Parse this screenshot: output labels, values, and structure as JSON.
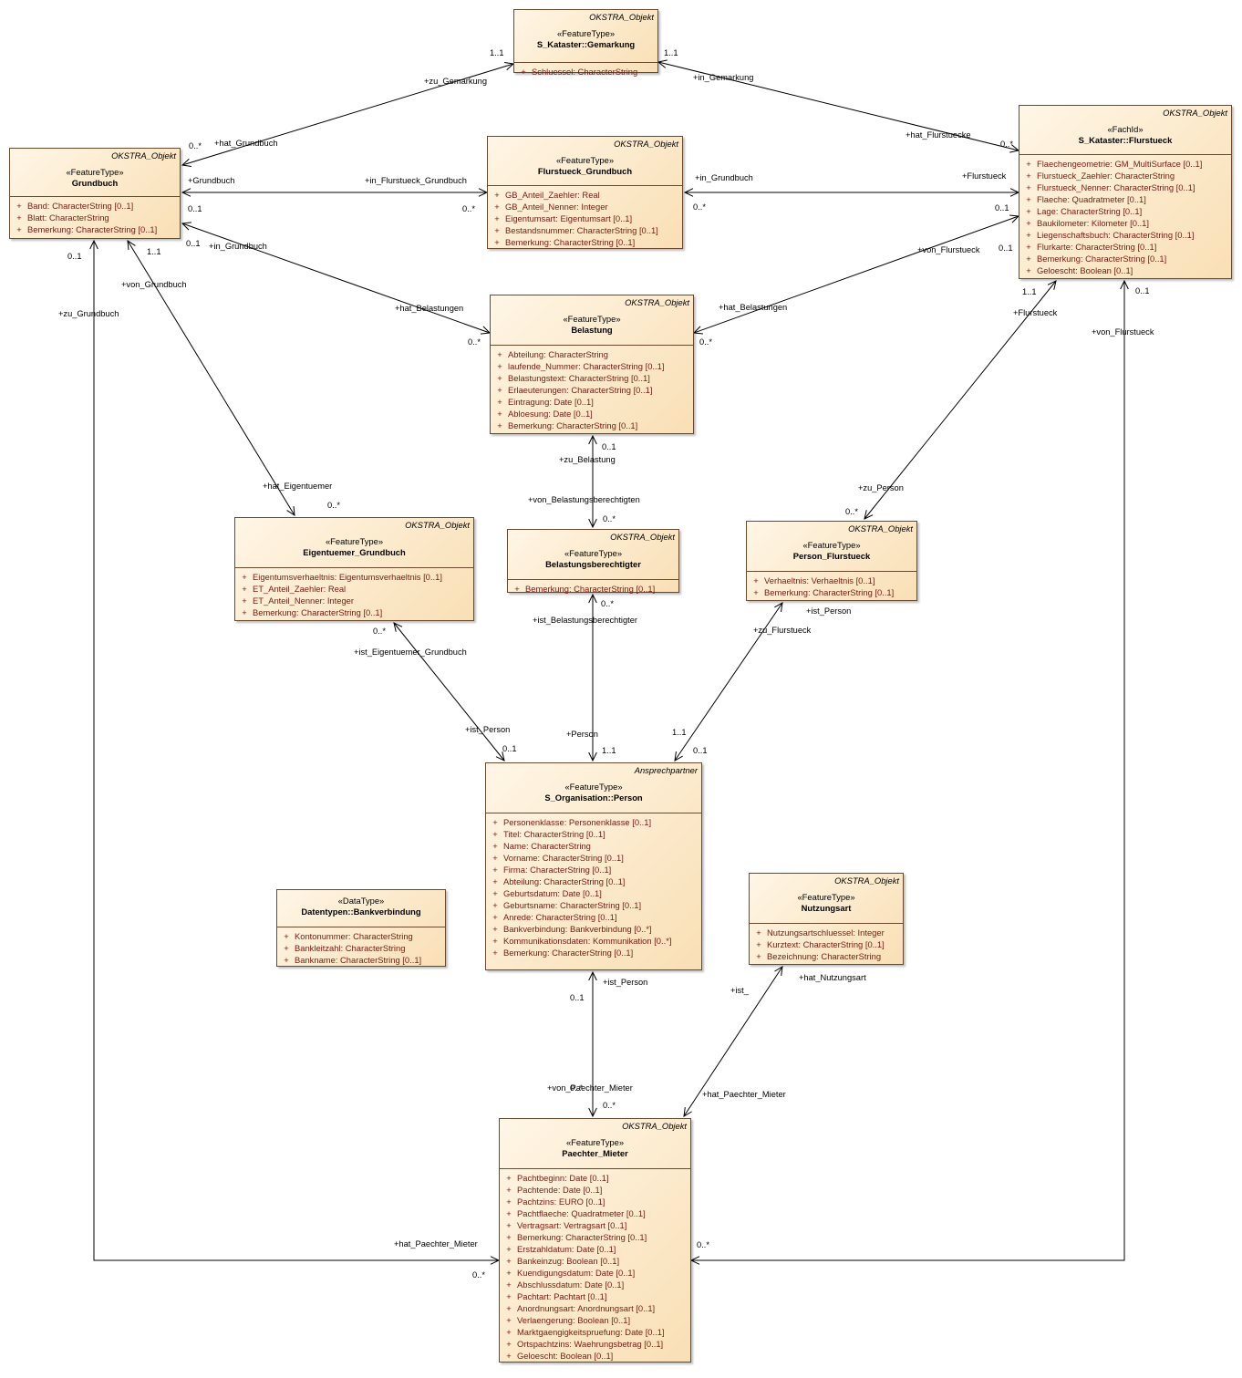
{
  "classes": {
    "gemarkung": {
      "parent": "OKSTRA_Objekt",
      "stereotype": "«FeatureType»",
      "name": "S_Kataster::Gemarkung",
      "attributes": [
        {
          "vis": "+",
          "text": "Schluessel: CharacterString"
        }
      ]
    },
    "grundbuch": {
      "parent": "OKSTRA_Objekt",
      "stereotype": "«FeatureType»",
      "name": "Grundbuch",
      "attributes": [
        {
          "vis": "+",
          "text": "Band: CharacterString [0..1]"
        },
        {
          "vis": "+",
          "text": "Blatt: CharacterString"
        },
        {
          "vis": "+",
          "text": "Bemerkung: CharacterString [0..1]"
        }
      ]
    },
    "flurstueck_grundbuch": {
      "parent": "OKSTRA_Objekt",
      "stereotype": "«FeatureType»",
      "name": "Flurstueck_Grundbuch",
      "attributes": [
        {
          "vis": "+",
          "text": "GB_Anteil_Zaehler: Real"
        },
        {
          "vis": "+",
          "text": "GB_Anteil_Nenner: Integer"
        },
        {
          "vis": "+",
          "text": "Eigentumsart: Eigentumsart [0..1]"
        },
        {
          "vis": "+",
          "text": "Bestandsnummer: CharacterString [0..1]"
        },
        {
          "vis": "+",
          "text": "Bemerkung: CharacterString [0..1]"
        }
      ]
    },
    "flurstueck": {
      "parent": "OKSTRA_Objekt",
      "stereotype": "«FachId»",
      "name": "S_Kataster::Flurstueck",
      "attributes": [
        {
          "vis": "+",
          "text": "Flaechengeometrie: GM_MultiSurface [0..1]"
        },
        {
          "vis": "+",
          "text": "Flurstueck_Zaehler: CharacterString"
        },
        {
          "vis": "+",
          "text": "Flurstueck_Nenner: CharacterString [0..1]"
        },
        {
          "vis": "+",
          "text": "Flaeche: Quadratmeter [0..1]"
        },
        {
          "vis": "+",
          "text": "Lage: CharacterString [0..1]"
        },
        {
          "vis": "+",
          "text": "Baukilometer: Kilometer [0..1]"
        },
        {
          "vis": "+",
          "text": "Liegenschaftsbuch: CharacterString [0..1]"
        },
        {
          "vis": "+",
          "text": "Flurkarte: CharacterString [0..1]"
        },
        {
          "vis": "+",
          "text": "Bemerkung: CharacterString [0..1]"
        },
        {
          "vis": "+",
          "text": "Geloescht: Boolean [0..1]"
        }
      ]
    },
    "belastung": {
      "parent": "OKSTRA_Objekt",
      "stereotype": "«FeatureType»",
      "name": "Belastung",
      "attributes": [
        {
          "vis": "+",
          "text": "Abteilung: CharacterString"
        },
        {
          "vis": "+",
          "text": "laufende_Nummer: CharacterString [0..1]"
        },
        {
          "vis": "+",
          "text": "Belastungstext: CharacterString [0..1]"
        },
        {
          "vis": "+",
          "text": "Erlaeuterungen: CharacterString [0..1]"
        },
        {
          "vis": "+",
          "text": "Eintragung: Date [0..1]"
        },
        {
          "vis": "+",
          "text": "Abloesung: Date [0..1]"
        },
        {
          "vis": "+",
          "text": "Bemerkung: CharacterString [0..1]"
        }
      ]
    },
    "eigentuemer_grundbuch": {
      "parent": "OKSTRA_Objekt",
      "stereotype": "«FeatureType»",
      "name": "Eigentuemer_Grundbuch",
      "attributes": [
        {
          "vis": "+",
          "text": "Eigentumsverhaeltnis: Eigentumsverhaeltnis [0..1]"
        },
        {
          "vis": "+",
          "text": "ET_Anteil_Zaehler: Real"
        },
        {
          "vis": "+",
          "text": "ET_Anteil_Nenner: Integer"
        },
        {
          "vis": "+",
          "text": "Bemerkung: CharacterString [0..1]"
        }
      ]
    },
    "belastungsberechtigter": {
      "parent": "OKSTRA_Objekt",
      "stereotype": "«FeatureType»",
      "name": "Belastungsberechtigter",
      "attributes": [
        {
          "vis": "+",
          "text": "Bemerkung: CharacterString [0..1]"
        }
      ]
    },
    "person_flurstueck": {
      "parent": "OKSTRA_Objekt",
      "stereotype": "«FeatureType»",
      "name": "Person_Flurstueck",
      "attributes": [
        {
          "vis": "+",
          "text": "Verhaeltnis: Verhaeltnis [0..1]"
        },
        {
          "vis": "+",
          "text": "Bemerkung: CharacterString [0..1]"
        }
      ]
    },
    "person": {
      "parent": "Ansprechpartner",
      "stereotype": "«FeatureType»",
      "name": "S_Organisation::Person",
      "attributes": [
        {
          "vis": "+",
          "text": "Personenklasse: Personenklasse [0..1]"
        },
        {
          "vis": "+",
          "text": "Titel: CharacterString [0..1]"
        },
        {
          "vis": "+",
          "text": "Name: CharacterString"
        },
        {
          "vis": "+",
          "text": "Vorname: CharacterString [0..1]"
        },
        {
          "vis": "+",
          "text": "Firma: CharacterString [0..1]"
        },
        {
          "vis": "+",
          "text": "Abteilung: CharacterString [0..1]"
        },
        {
          "vis": "+",
          "text": "Geburtsdatum: Date [0..1]"
        },
        {
          "vis": "+",
          "text": "Geburtsname: CharacterString [0..1]"
        },
        {
          "vis": "+",
          "text": "Anrede: CharacterString [0..1]"
        },
        {
          "vis": "+",
          "text": "Bankverbindung: Bankverbindung [0..*]"
        },
        {
          "vis": "+",
          "text": "Kommunikationsdaten: Kommunikation [0..*]"
        },
        {
          "vis": "+",
          "text": "Bemerkung: CharacterString [0..1]"
        }
      ]
    },
    "bankverbindung": {
      "parent": "",
      "stereotype": "«DataType»",
      "name": "Datentypen::Bankverbindung",
      "attributes": [
        {
          "vis": "+",
          "text": "Kontonummer: CharacterString"
        },
        {
          "vis": "+",
          "text": "Bankleitzahl: CharacterString"
        },
        {
          "vis": "+",
          "text": "Bankname: CharacterString [0..1]"
        }
      ]
    },
    "nutzungsart": {
      "parent": "OKSTRA_Objekt",
      "stereotype": "«FeatureType»",
      "name": "Nutzungsart",
      "attributes": [
        {
          "vis": "+",
          "text": "Nutzungsartschluessel: Integer"
        },
        {
          "vis": "+",
          "text": "Kurztext: CharacterString [0..1]"
        },
        {
          "vis": "+",
          "text": "Bezeichnung: CharacterString"
        }
      ]
    },
    "paechter_mieter": {
      "parent": "OKSTRA_Objekt",
      "stereotype": "«FeatureType»",
      "name": "Paechter_Mieter",
      "attributes": [
        {
          "vis": "+",
          "text": "Pachtbeginn: Date [0..1]"
        },
        {
          "vis": "+",
          "text": "Pachtende: Date [0..1]"
        },
        {
          "vis": "+",
          "text": "Pachtzins: EURO [0..1]"
        },
        {
          "vis": "+",
          "text": "Pachtflaeche: Quadratmeter [0..1]"
        },
        {
          "vis": "+",
          "text": "Vertragsart: Vertragsart [0..1]"
        },
        {
          "vis": "+",
          "text": "Bemerkung: CharacterString [0..1]"
        },
        {
          "vis": "+",
          "text": "Erstzahldatum: Date [0..1]"
        },
        {
          "vis": "+",
          "text": "Bankeinzug: Boolean [0..1]"
        },
        {
          "vis": "+",
          "text": "Kuendigungsdatum: Date [0..1]"
        },
        {
          "vis": "+",
          "text": "Abschlussdatum: Date [0..1]"
        },
        {
          "vis": "+",
          "text": "Pachtart: Pachtart [0..1]"
        },
        {
          "vis": "+",
          "text": "Anordnungsart: Anordnungsart [0..1]"
        },
        {
          "vis": "+",
          "text": "Verlaengerung: Boolean [0..1]"
        },
        {
          "vis": "+",
          "text": "Marktgaengigkeitspruefung: Date [0..1]"
        },
        {
          "vis": "+",
          "text": "Ortspachtzins: Waehrungsbetrag [0..1]"
        },
        {
          "vis": "+",
          "text": "Geloescht: Boolean [0..1]"
        }
      ]
    }
  },
  "labels": [
    "1..1",
    "+zu_Gemarkung",
    "1..1",
    "+in_Gemarkung",
    "0..*",
    "+hat_Grundbuch",
    "+hat_Flurstuecke",
    "0..*",
    "+Grundbuch",
    "+in_Flurstueck_Grundbuch",
    "+in_Grundbuch",
    "+Flurstueck",
    "0..1",
    "0..*",
    "0..*",
    "0..1",
    "0..1",
    "+in_Grundbuch",
    "1..1",
    "0..1",
    "+von_Flurstueck",
    "0..1",
    "+von_Grundbuch",
    "+hat_Belastungen",
    "+hat_Belastungen",
    "+zu_Grundbuch",
    "0..*",
    "0..*",
    "1..1",
    "0..1",
    "+Flurstueck",
    "+von_Flurstueck",
    "0..1",
    "+zu_Belastung",
    "+hat_Eigentuemer",
    "+von_Belastungsberechtigten",
    "+zu_Person",
    "0..*",
    "0..*",
    "0..*",
    "0..*",
    "0..*",
    "+ist_Eigentuemer_Grundbuch",
    "+ist_Belastungsberechtigter",
    "+zu_Flurstueck",
    "+ist_Person",
    "+ist_Person",
    "+Person",
    "1..1",
    "0..1",
    "1..1",
    "0..1",
    "+ist_Person",
    "0..1",
    "+hat_Nutzungsart",
    "+ist_",
    "+von_Paechter_Mieter",
    "0..*",
    "0..*",
    "+hat_Paechter_Mieter",
    "+hat_Paechter_Mieter",
    "0..*",
    "0..*"
  ]
}
